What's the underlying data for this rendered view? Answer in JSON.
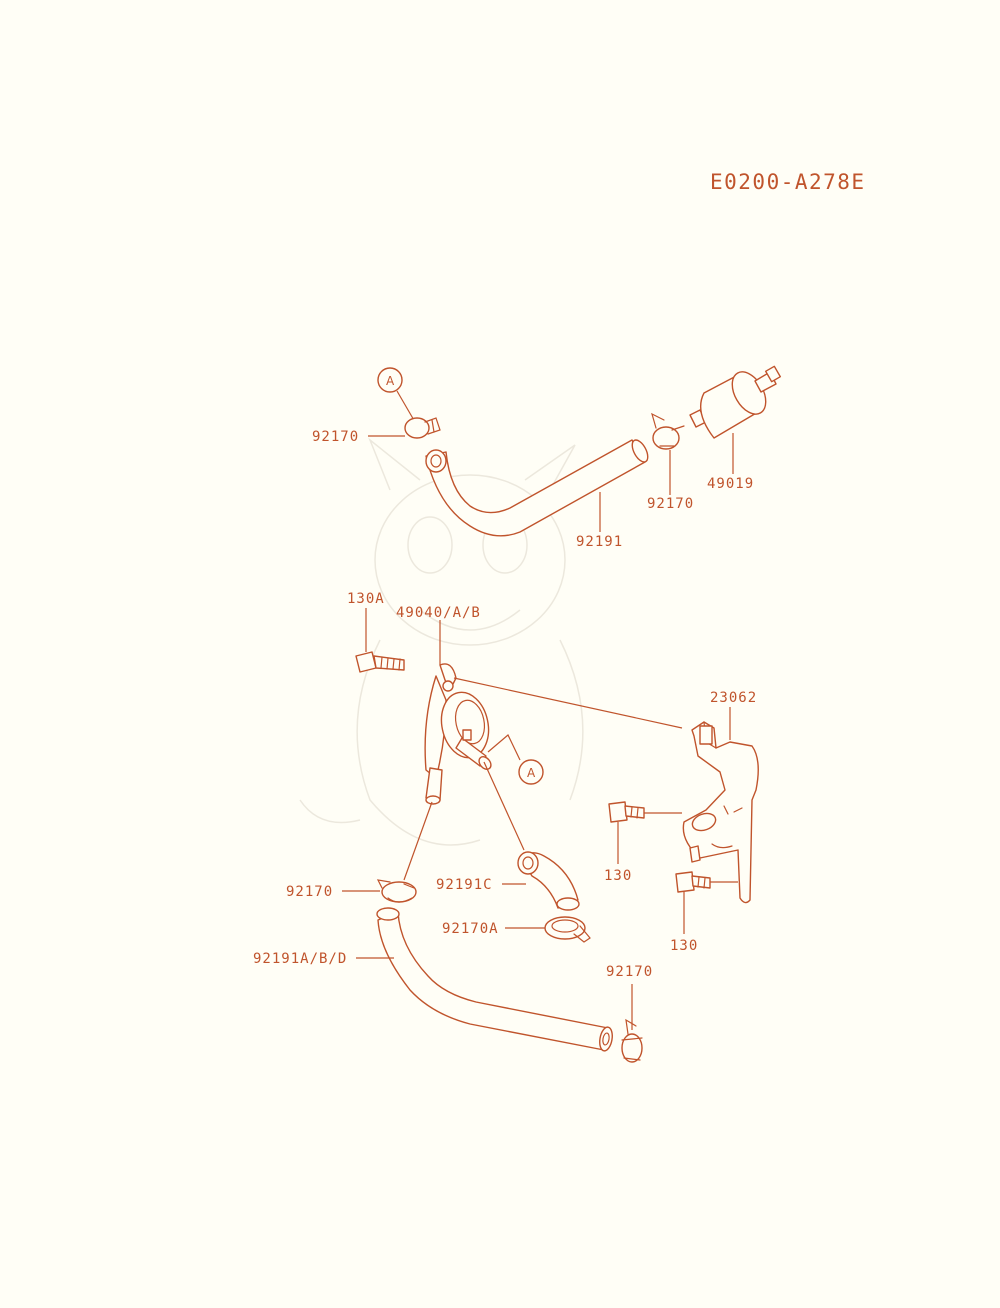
{
  "diagram_code": "E0200-A278E",
  "ref_letter": "A",
  "labels": {
    "clamp_upper_left": "92170",
    "clamp_upper_right": "92170",
    "filter": "49019",
    "hose_upper": "92191",
    "bolt_130a": "130A",
    "pump": "49040/A/B",
    "bracket": "23062",
    "bolt_130_upper": "130",
    "bolt_130_lower": "130",
    "clamp_lower_left": "92170",
    "hose_c": "92191C",
    "clamp_a": "92170A",
    "hose_abd": "92191A/B/D",
    "clamp_lower_right": "92170"
  },
  "colors": {
    "line": "#c0542c",
    "background": "#fffef6",
    "watermark": "#ece8dd"
  }
}
